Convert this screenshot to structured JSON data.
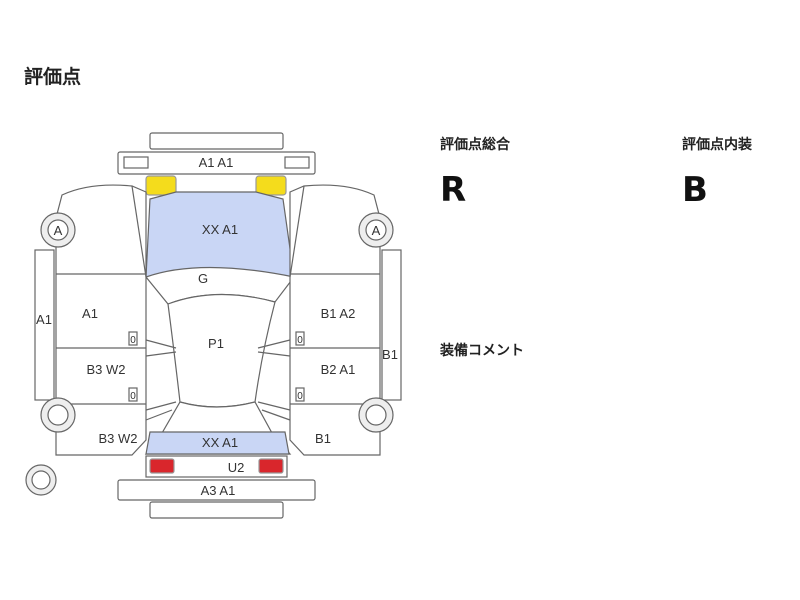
{
  "page": {
    "title": "評価点"
  },
  "grades": {
    "overall_label": "評価点総合",
    "overall_value": "R",
    "interior_label": "評価点内装",
    "interior_value": "B",
    "equipment_label": "装備コメント"
  },
  "car_map": {
    "front_bumper": "A1 A1",
    "hood": "XX A1",
    "windshield": "G",
    "roof": "P1",
    "rear_glass": "XX A1",
    "trunk": "U2",
    "rear_bumper": "A3 A1",
    "left_front_fender": "A1",
    "left_front_door": "A1",
    "left_rear_door": "B3 W2",
    "left_rear_quarter": "B3 W2",
    "right_front_fender": "B1 A2",
    "right_rear_door": "B2 A1",
    "right_rear_quarter": "B1",
    "right_sill": "B1",
    "wheel_front_left": "A",
    "wheel_front_right": "A",
    "legend_zero_left_1": "0",
    "legend_zero_left_2": "0",
    "legend_zero_right_1": "0",
    "legend_zero_right_2": "0",
    "colors": {
      "glass": "#c9d6f5",
      "headlight": "#f4dc1c",
      "taillight": "#d9262c",
      "outline": "#666666"
    }
  }
}
